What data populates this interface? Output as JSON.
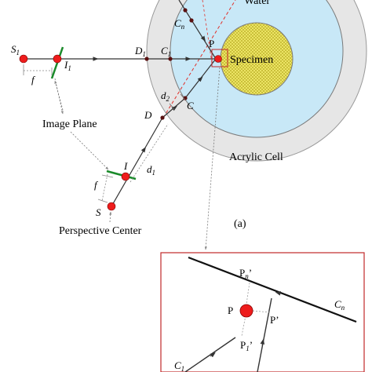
{
  "diagram": {
    "panel_label": "(a)",
    "labels": {
      "water": "Water",
      "specimen": "Specimen",
      "acrylic_cell": "Acrylic Cell",
      "image_plane": "Image Plane",
      "perspective_center": "Perspective Center"
    },
    "points": {
      "S1": "S",
      "S1_sub": "1",
      "I1": "I",
      "I1_sub": "1",
      "f_top": "f",
      "D1": "D",
      "D1_sub": "1",
      "C1": "C",
      "C1_sub": "1",
      "Cn": "C",
      "Cn_sub": "n",
      "P": "P",
      "d2": "d",
      "d2_sub": "2",
      "D": "D",
      "C": "C",
      "I": "I",
      "d1": "d",
      "d1_sub": "1",
      "f_left": "f",
      "S": "S"
    },
    "inset": {
      "Pn": "P",
      "Pn_sub": "n",
      "Pn_prime": "’",
      "P": "P",
      "P_prime": "P’",
      "P1": "P",
      "P1_sub": "1",
      "P1_prime": "’",
      "Cn": "C",
      "Cn_sub": "n",
      "C1": "C",
      "C1_sub": "1"
    },
    "colors": {
      "outer_ring": "#e6e6e6",
      "water": "#c8e8f7",
      "specimen": "#f0e96a",
      "point_red": "#ee1c1c",
      "image_plane_green": "#1a8a2a",
      "dashed_red": "#e0302a",
      "dot_dark": "#5a1010"
    }
  }
}
